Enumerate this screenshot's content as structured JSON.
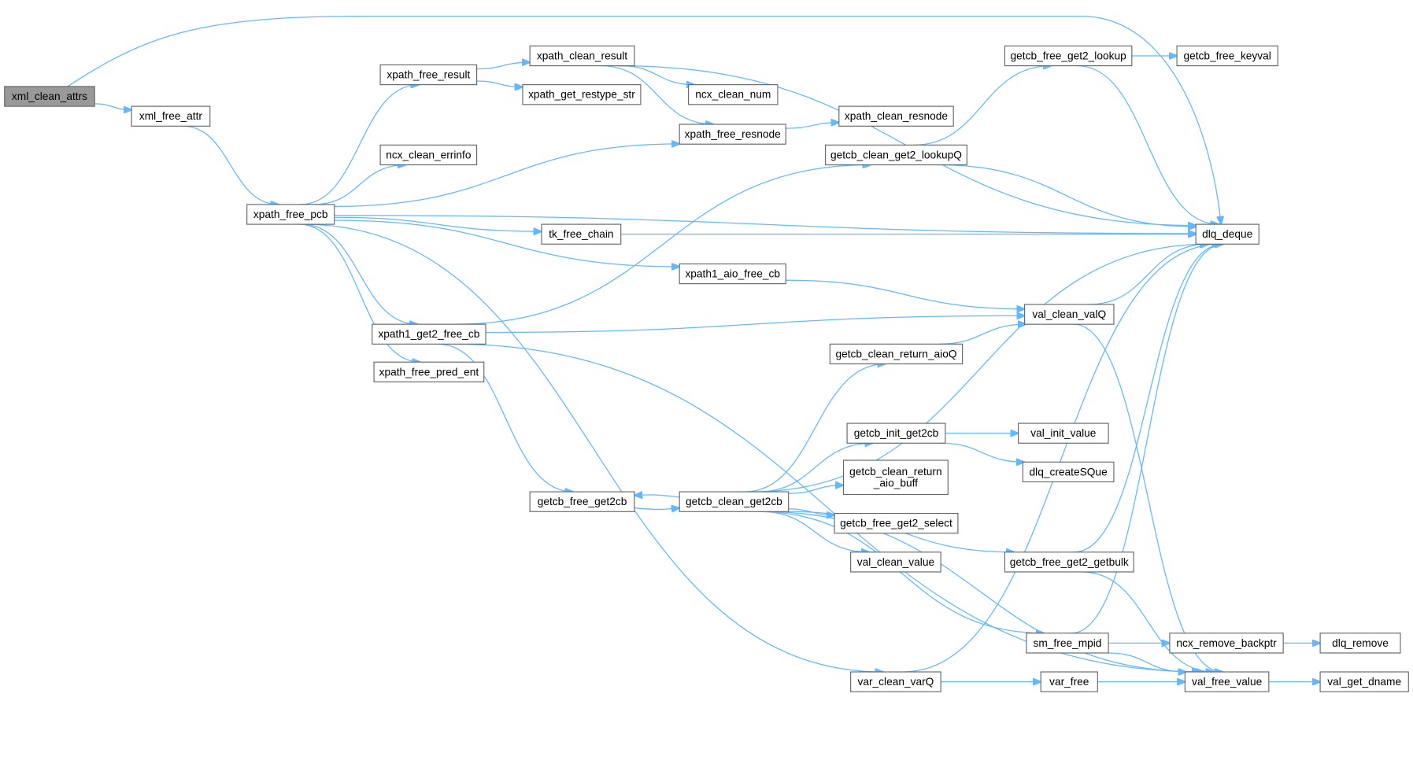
{
  "title": "xml_clean_attrs call graph",
  "colors": {
    "edge": "#63b8ff",
    "root_fill": "#999999",
    "node_border": "#666666"
  },
  "nodes": [
    {
      "id": "xml_clean_attrs",
      "label": "xml_clean_attrs",
      "root": true
    },
    {
      "id": "xml_free_attr",
      "label": "xml_free_attr"
    },
    {
      "id": "xpath_free_pcb",
      "label": "xpath_free_pcb"
    },
    {
      "id": "xpath_free_result",
      "label": "xpath_free_result"
    },
    {
      "id": "xpath_clean_result",
      "label": "xpath_clean_result"
    },
    {
      "id": "xpath_get_restype_str",
      "label": "xpath_get_restype_str"
    },
    {
      "id": "ncx_clean_num",
      "label": "ncx_clean_num"
    },
    {
      "id": "xpath_free_resnode",
      "label": "xpath_free_resnode"
    },
    {
      "id": "xpath_clean_resnode",
      "label": "xpath_clean_resnode"
    },
    {
      "id": "ncx_clean_errinfo",
      "label": "ncx_clean_errinfo"
    },
    {
      "id": "tk_free_chain",
      "label": "tk_free_chain"
    },
    {
      "id": "xpath1_aio_free_cb",
      "label": "xpath1_aio_free_cb"
    },
    {
      "id": "xpath1_get2_free_cb",
      "label": "xpath1_get2_free_cb"
    },
    {
      "id": "xpath_free_pred_ent",
      "label": "xpath_free_pred_ent"
    },
    {
      "id": "getcb_free_get2cb",
      "label": "getcb_free_get2cb"
    },
    {
      "id": "getcb_clean_get2cb",
      "label": "getcb_clean_get2cb"
    },
    {
      "id": "getcb_free_get2_lookup",
      "label": "getcb_free_get2_lookup"
    },
    {
      "id": "getcb_free_keyval",
      "label": "getcb_free_keyval"
    },
    {
      "id": "getcb_clean_get2_lookupQ",
      "label": "getcb_clean_get2_lookupQ"
    },
    {
      "id": "dlq_deque",
      "label": "dlq_deque"
    },
    {
      "id": "val_clean_valQ",
      "label": "val_clean_valQ"
    },
    {
      "id": "getcb_clean_return_aioQ",
      "label": "getcb_clean_return_aioQ"
    },
    {
      "id": "getcb_init_get2cb",
      "label": "getcb_init_get2cb"
    },
    {
      "id": "val_init_value",
      "label": "val_init_value"
    },
    {
      "id": "dlq_createSQue",
      "label": "dlq_createSQue"
    },
    {
      "id": "getcb_clean_return_aio_buff",
      "label": "getcb_clean_return\n_aio_buff"
    },
    {
      "id": "getcb_free_get2_select",
      "label": "getcb_free_get2_select"
    },
    {
      "id": "val_clean_value",
      "label": "val_clean_value"
    },
    {
      "id": "getcb_free_get2_getbulk",
      "label": "getcb_free_get2_getbulk"
    },
    {
      "id": "sm_free_mpid",
      "label": "sm_free_mpid"
    },
    {
      "id": "ncx_remove_backptr",
      "label": "ncx_remove_backptr"
    },
    {
      "id": "dlq_remove",
      "label": "dlq_remove"
    },
    {
      "id": "var_clean_varQ",
      "label": "var_clean_varQ"
    },
    {
      "id": "var_free",
      "label": "var_free"
    },
    {
      "id": "val_free_value",
      "label": "val_free_value"
    },
    {
      "id": "val_get_dname",
      "label": "val_get_dname"
    }
  ],
  "edges": [
    [
      "xml_clean_attrs",
      "dlq_deque"
    ],
    [
      "xml_clean_attrs",
      "xml_free_attr"
    ],
    [
      "xml_free_attr",
      "xpath_free_pcb"
    ],
    [
      "xpath_free_pcb",
      "xpath_free_result"
    ],
    [
      "xpath_free_pcb",
      "xpath_free_resnode"
    ],
    [
      "xpath_free_pcb",
      "ncx_clean_errinfo"
    ],
    [
      "xpath_free_pcb",
      "dlq_deque"
    ],
    [
      "xpath_free_pcb",
      "tk_free_chain"
    ],
    [
      "xpath_free_pcb",
      "xpath1_aio_free_cb"
    ],
    [
      "xpath_free_pcb",
      "xpath1_get2_free_cb"
    ],
    [
      "xpath_free_pcb",
      "xpath_free_pred_ent"
    ],
    [
      "xpath_free_pcb",
      "var_clean_varQ"
    ],
    [
      "xpath_free_result",
      "xpath_clean_result"
    ],
    [
      "xpath_free_result",
      "xpath_get_restype_str"
    ],
    [
      "xpath_clean_result",
      "dlq_deque"
    ],
    [
      "xpath_clean_result",
      "ncx_clean_num"
    ],
    [
      "xpath_clean_result",
      "xpath_free_resnode"
    ],
    [
      "xpath_free_resnode",
      "xpath_clean_resnode"
    ],
    [
      "getcb_clean_get2_lookupQ",
      "getcb_free_get2_lookup"
    ],
    [
      "getcb_clean_get2_lookupQ",
      "dlq_deque"
    ],
    [
      "getcb_free_get2_lookup",
      "getcb_free_keyval"
    ],
    [
      "getcb_free_get2_lookup",
      "dlq_deque"
    ],
    [
      "tk_free_chain",
      "dlq_deque"
    ],
    [
      "xpath1_aio_free_cb",
      "val_clean_valQ"
    ],
    [
      "xpath1_get2_free_cb",
      "getcb_clean_get2_lookupQ"
    ],
    [
      "xpath1_get2_free_cb",
      "val_clean_valQ"
    ],
    [
      "xpath1_get2_free_cb",
      "getcb_free_get2cb"
    ],
    [
      "xpath1_get2_free_cb",
      "val_free_value"
    ],
    [
      "val_clean_valQ",
      "dlq_deque"
    ],
    [
      "val_clean_valQ",
      "val_free_value"
    ],
    [
      "getcb_clean_return_aioQ",
      "val_clean_valQ"
    ],
    [
      "getcb_free_get2cb",
      "getcb_clean_get2cb"
    ],
    [
      "getcb_clean_get2cb",
      "getcb_free_get2cb"
    ],
    [
      "getcb_clean_get2cb",
      "getcb_clean_return_aioQ"
    ],
    [
      "getcb_clean_get2cb",
      "dlq_deque"
    ],
    [
      "getcb_clean_get2cb",
      "getcb_init_get2cb"
    ],
    [
      "getcb_clean_get2cb",
      "getcb_clean_return_aio_buff"
    ],
    [
      "getcb_clean_get2cb",
      "getcb_free_get2_select"
    ],
    [
      "getcb_clean_get2cb",
      "val_clean_value"
    ],
    [
      "getcb_clean_get2cb",
      "getcb_free_get2_getbulk"
    ],
    [
      "getcb_clean_get2cb",
      "sm_free_mpid"
    ],
    [
      "getcb_clean_get2cb",
      "val_free_value"
    ],
    [
      "getcb_init_get2cb",
      "val_init_value"
    ],
    [
      "getcb_init_get2cb",
      "dlq_createSQue"
    ],
    [
      "getcb_free_get2_getbulk",
      "dlq_deque"
    ],
    [
      "getcb_free_get2_getbulk",
      "val_free_value"
    ],
    [
      "sm_free_mpid",
      "dlq_deque"
    ],
    [
      "sm_free_mpid",
      "ncx_remove_backptr"
    ],
    [
      "sm_free_mpid",
      "val_free_value"
    ],
    [
      "ncx_remove_backptr",
      "dlq_remove"
    ],
    [
      "var_clean_varQ",
      "dlq_deque"
    ],
    [
      "var_clean_varQ",
      "var_free"
    ],
    [
      "var_free",
      "val_free_value"
    ],
    [
      "val_free_value",
      "val_get_dname"
    ]
  ]
}
